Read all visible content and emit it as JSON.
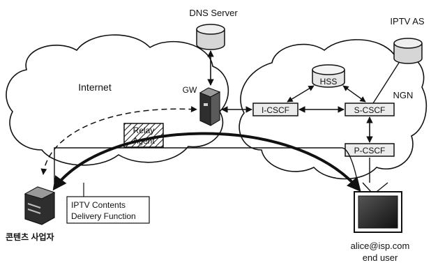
{
  "labels": {
    "dns_server": "DNS Server",
    "iptv_as": "IPTV AS",
    "internet": "Internet",
    "gw": "GW",
    "ngn": "NGN",
    "hss": "HSS",
    "i_cscf": "I-CSCF",
    "s_cscf": "S-CSCF",
    "p_cscf": "P-CSCF",
    "relay_agent_line1": "Relay",
    "relay_agent_line2": "Agent",
    "iptv_contents_line1": "IPTV Contents",
    "iptv_contents_line2": "Delivery Function",
    "content_provider": "콘텐츠 사업자",
    "end_user_address": "alice@isp.com",
    "end_user": "end user"
  },
  "colors": {
    "line": "#111111",
    "box_fill": "#ececec",
    "db_fill": "#d6d6d6",
    "server_dark": "#3a3a3a"
  }
}
